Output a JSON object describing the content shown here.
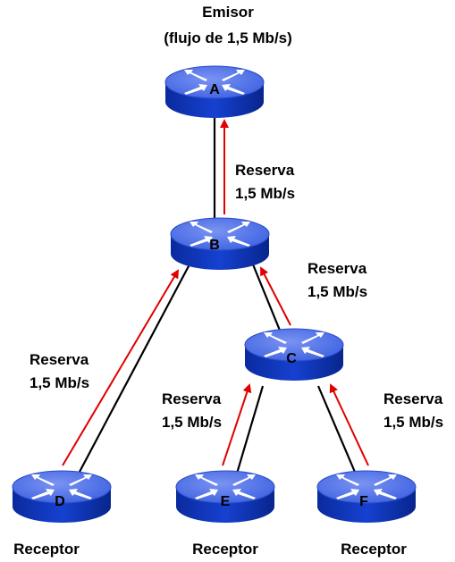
{
  "sender": {
    "title": "Emisor",
    "subtitle": "(flujo de 1,5 Mb/s)"
  },
  "routers": {
    "a": "A",
    "b": "B",
    "c": "C",
    "d": "D",
    "e": "E",
    "f": "F"
  },
  "reservations": {
    "ab": {
      "line1": "Reserva",
      "line2": "1,5 Mb/s"
    },
    "bc": {
      "line1": "Reserva",
      "line2": "1,5 Mb/s"
    },
    "db": {
      "line1": "Reserva",
      "line2": "1,5 Mb/s"
    },
    "ec": {
      "line1": "Reserva",
      "line2": "1,5 Mb/s"
    },
    "fc": {
      "line1": "Reserva",
      "line2": "1,5 Mb/s"
    }
  },
  "receivers": {
    "d": "Receptor",
    "e": "Receptor",
    "f": "Receptor"
  },
  "colors": {
    "link": "#000000",
    "reservation_arrow": "#e00000",
    "router_top": "#4d6fe6",
    "router_body": "#0a2fb5",
    "router_arrow": "#ffffff"
  }
}
